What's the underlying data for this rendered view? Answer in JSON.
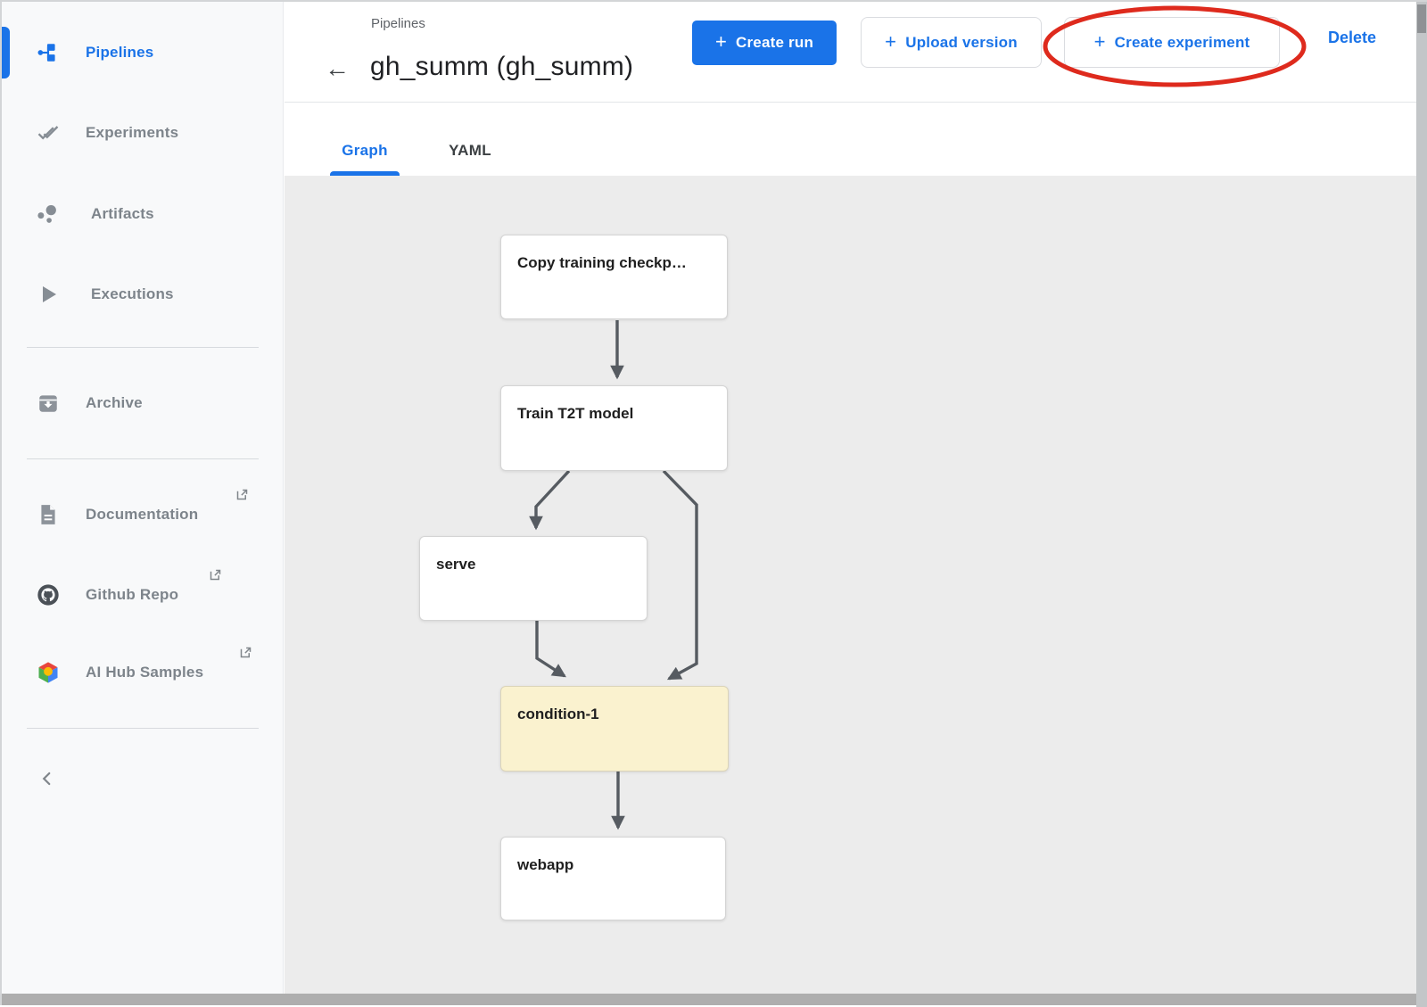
{
  "sidebar": {
    "items": [
      {
        "label": "Pipelines",
        "icon": "pipelines-icon",
        "active": true,
        "external": false
      },
      {
        "label": "Experiments",
        "icon": "experiments-icon",
        "active": false,
        "external": false
      },
      {
        "label": "Artifacts",
        "icon": "artifacts-icon",
        "active": false,
        "external": false
      },
      {
        "label": "Executions",
        "icon": "executions-icon",
        "active": false,
        "external": false
      },
      {
        "label": "Archive",
        "icon": "archive-icon",
        "active": false,
        "external": false
      },
      {
        "label": "Documentation",
        "icon": "document-icon",
        "active": false,
        "external": true
      },
      {
        "label": "Github Repo",
        "icon": "github-icon",
        "active": false,
        "external": true
      },
      {
        "label": "AI Hub Samples",
        "icon": "aihub-cube-icon",
        "active": false,
        "external": true
      }
    ],
    "collapse_icon": "chevron-left-icon"
  },
  "header": {
    "breadcrumb": "Pipelines",
    "back_icon": "arrow-left-icon",
    "title": "gh_summ (gh_summ)",
    "buttons": {
      "create_run": "Create run",
      "upload_version": "Upload version",
      "create_experiment": "Create experiment",
      "delete": "Delete",
      "plus_glyph": "+"
    },
    "annotation": {
      "shape": "red-ellipse",
      "target": "create-experiment-button",
      "color": "#de2a1d"
    }
  },
  "tabs": [
    {
      "label": "Graph",
      "active": true
    },
    {
      "label": "YAML",
      "active": false
    }
  ],
  "graph": {
    "nodes": [
      {
        "id": "copy",
        "label": "Copy training checkp…",
        "type": "task"
      },
      {
        "id": "train",
        "label": "Train T2T model",
        "type": "task"
      },
      {
        "id": "serve",
        "label": "serve",
        "type": "task"
      },
      {
        "id": "condition",
        "label": "condition-1",
        "type": "condition"
      },
      {
        "id": "webapp",
        "label": "webapp",
        "type": "task"
      }
    ],
    "edges": [
      {
        "from": "copy",
        "to": "train"
      },
      {
        "from": "train",
        "to": "serve"
      },
      {
        "from": "train",
        "to": "condition"
      },
      {
        "from": "serve",
        "to": "condition"
      },
      {
        "from": "condition",
        "to": "webapp"
      }
    ]
  },
  "colors": {
    "accent_blue": "#1a73e8",
    "sidebar_bg": "#f8f9fa",
    "graph_bg": "#ececec",
    "condition_fill": "#faf2cf",
    "edge": "#565b61",
    "annotation_red": "#de2a1d"
  }
}
